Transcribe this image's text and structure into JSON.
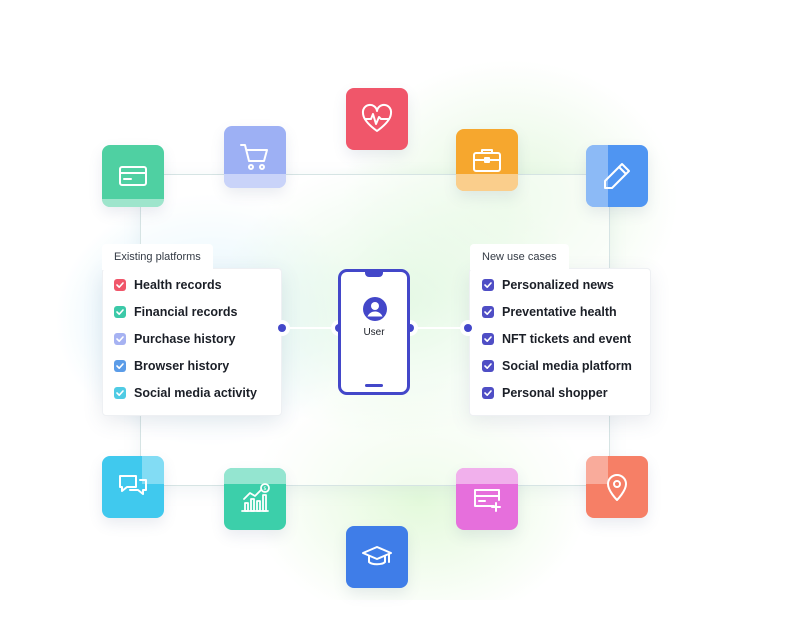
{
  "left_card": {
    "title": "Existing platforms",
    "items": [
      {
        "label": "Health records",
        "color": "#f0566a"
      },
      {
        "label": "Financial records",
        "color": "#3cc9a8"
      },
      {
        "label": "Purchase history",
        "color": "#a6b2f2"
      },
      {
        "label": "Browser history",
        "color": "#5b9ce8"
      },
      {
        "label": "Social media activity",
        "color": "#4fcbe4"
      }
    ]
  },
  "right_card": {
    "title": "New use cases",
    "items": [
      {
        "label": "Personalized news",
        "color": "#4f4ec5"
      },
      {
        "label": "Preventative health",
        "color": "#4f4ec5"
      },
      {
        "label": "NFT tickets and event",
        "color": "#4f4ec5"
      },
      {
        "label": "Social media platform",
        "color": "#4f4ec5"
      },
      {
        "label": "Personal shopper",
        "color": "#4f4ec5"
      }
    ]
  },
  "phone": {
    "label": "User",
    "accent": "#4347c9"
  },
  "tiles": [
    {
      "icon": "credit-card-icon",
      "color": "#4fd0a2"
    },
    {
      "icon": "shopping-cart-icon",
      "color": "#9db0f4"
    },
    {
      "icon": "heart-pulse-icon",
      "color": "#f0566a"
    },
    {
      "icon": "briefcase-icon",
      "color": "#f6a72e"
    },
    {
      "icon": "pencil-icon",
      "color": "#4f95f2"
    },
    {
      "icon": "chat-bubbles-icon",
      "color": "#40c9ee"
    },
    {
      "icon": "growth-chart-icon",
      "color": "#3ccfaa"
    },
    {
      "icon": "graduation-cap-icon",
      "color": "#3f7de8"
    },
    {
      "icon": "add-card-icon",
      "color": "#e66fdc"
    },
    {
      "icon": "location-pin-icon",
      "color": "#f67f66"
    }
  ]
}
